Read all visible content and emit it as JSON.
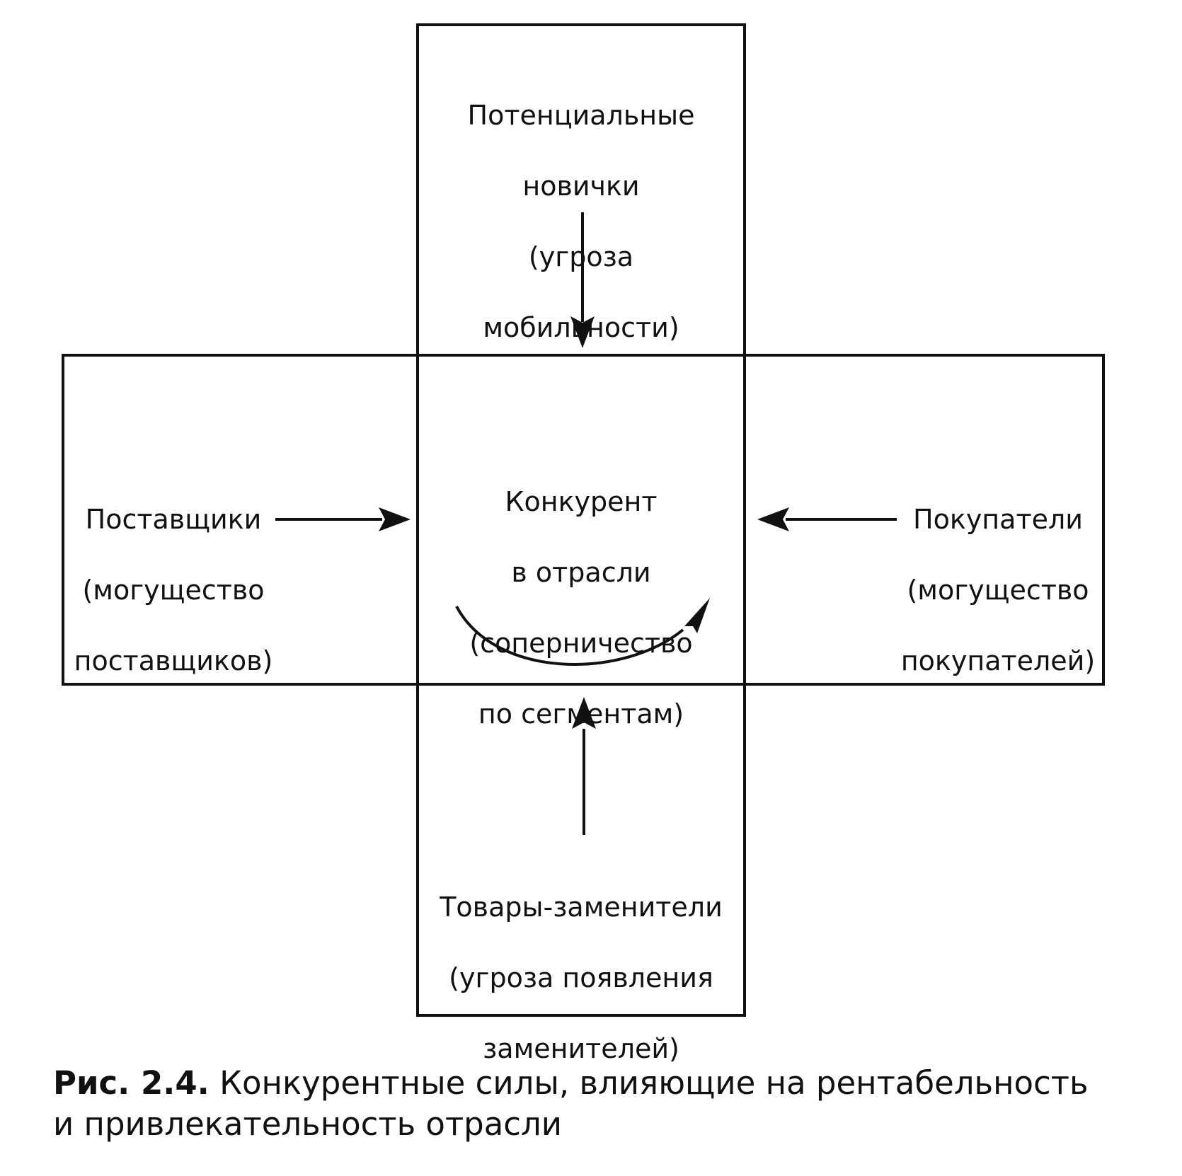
{
  "boxes": {
    "top": {
      "lines": [
        "Потенциальные",
        "новички",
        "(угроза",
        "мобильности)"
      ]
    },
    "left": {
      "lines": [
        "Поставщики",
        "(могущество",
        "поставщиков)"
      ]
    },
    "center": {
      "lines": [
        "Конкурент",
        "в отрасли",
        "(соперничество",
        "по сегментам)"
      ]
    },
    "right": {
      "lines": [
        "Покупатели",
        "(могущество",
        "покупателей)"
      ]
    },
    "bottom": {
      "lines": [
        "Товары-заменители",
        "(угроза появления",
        "заменителей)"
      ]
    }
  },
  "caption": {
    "figure_number": "Рис. 2.4.",
    "text_line1": " Конкурентные силы, влияющие на рентабельность",
    "text_line2": "и привлекательность отрасли"
  }
}
